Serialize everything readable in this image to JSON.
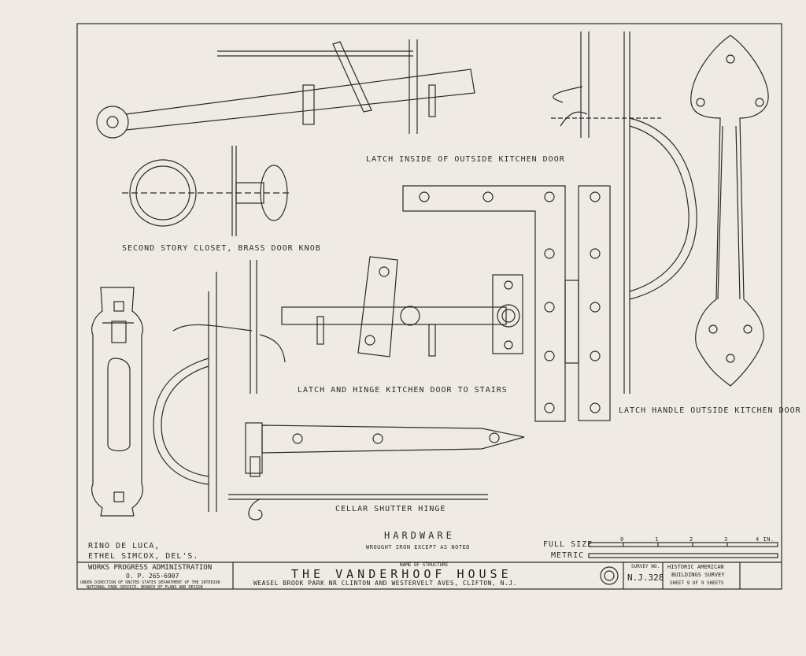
{
  "labels": {
    "latch_inside": "LATCH INSIDE OF OUTSIDE KITCHEN DOOR",
    "door_knob": "SECOND STORY CLOSET, BRASS DOOR KNOB",
    "latch_hinge": "LATCH AND HINGE KITCHEN DOOR TO STAIRS",
    "latch_handle": "LATCH HANDLE OUTSIDE KITCHEN DOOR",
    "cellar_hinge": "CELLAR SHUTTER HINGE",
    "hardware": "HARDWARE",
    "hardware_sub": "WROUGHT IRON EXCEPT AS NOTED",
    "full_size": "FULL SIZE",
    "metric": "METRIC",
    "scale_ticks": [
      "0",
      "1",
      "2",
      "3",
      "4 IN."
    ],
    "drafter1": "RINO DE LUCA,",
    "drafter2": "ETHEL SIMCOX, DEL'S."
  },
  "title_block": {
    "wpa": "WORKS PROGRESS ADMINISTRATION",
    "op": "O. P. 265-6907",
    "under1": "UNDER DIRECTION OF UNITED STATES DEPARTMENT OF THE INTERIOR",
    "under2": "NATIONAL PARK SERVICE, BRANCH OF PLANS AND DESIGN",
    "name_label": "NAME OF STRUCTURE",
    "structure": "THE VANDERHOOF HOUSE",
    "location": "WEASEL BROOK PARK NR CLINTON AND WESTERVELT AVES, CLIFTON, N.J.",
    "survey_label": "SURVEY NO.",
    "survey_no": "N.J.328",
    "habs1": "HISTORIC AMERICAN",
    "habs2": "BUILDINGS SURVEY",
    "sheet": "SHEET 9 OF 9 SHEETS"
  }
}
